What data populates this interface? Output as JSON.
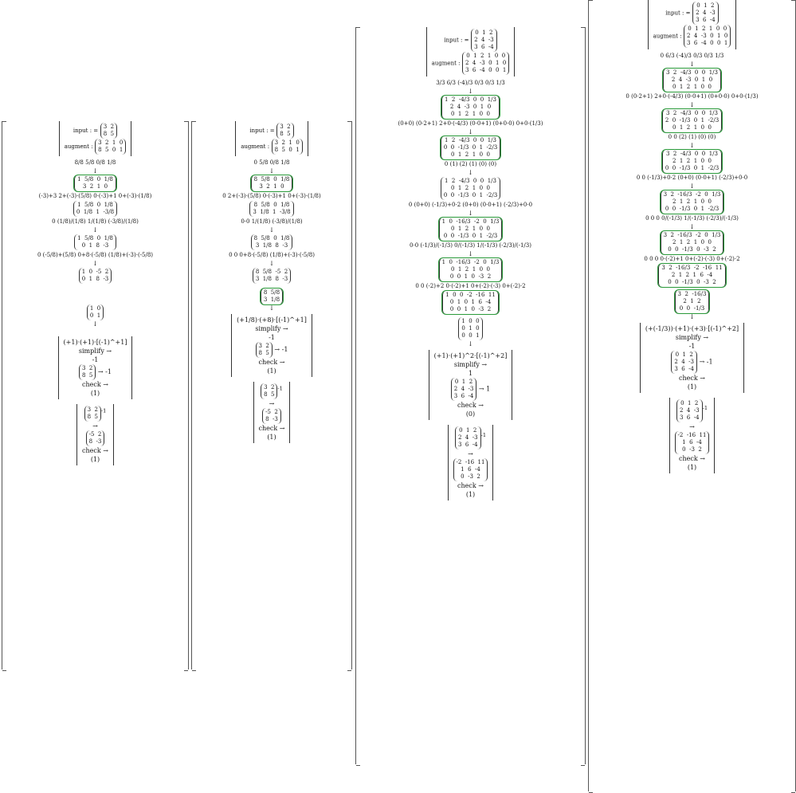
{
  "panels": [
    {
      "input_label": "input : =",
      "input_matrix": "3  2\n8  5",
      "augment_label": "augment :",
      "augment_matrix": "3  2  1  0\n8  5  0  1",
      "row_ops": [
        "8/8  5/8  0/8  1/8",
        "(-3)+3   2+(-3)·(5/8)   0·(-3)+1   0+(-3)·(1/8)",
        "0  (1/8)/(1/8)  1/(1/8)  (-3/8)/(1/8)",
        "0  (-5/8)+(5/8)  0+8·(-5/8)  (1/8)+(-3)·(-5/8)"
      ],
      "matrices": [
        "1  5/8  0  1/8\n3  2  1  0",
        "1  5/8  0  1/8\n0  1/8  1  -3/8",
        "1  5/8  0  1/8\n0  1  8  -3",
        "1  0  -5  2\n0  1  8  -3"
      ],
      "identity": "1  0\n0  1",
      "det_expr": "(+1)·(+1)·[(-1)^+1]",
      "simplify": "simplify →",
      "det_value": "-1",
      "check_matrix": "3  2\n8  5",
      "check_arrow": "→  -1",
      "check_label": "check →",
      "check_value": "(1)",
      "inv_matrix": "3  2\n8  5",
      "inv_exp": "-1",
      "inv_result": "-5  2\n8  -3",
      "inv_check": "check →",
      "inv_check_value": "(1)"
    },
    {
      "input_label": "input : =",
      "input_matrix": "3  2\n8  5",
      "augment_label": "augment :",
      "augment_matrix": "3  2  1  0\n8  5  0  1",
      "row_ops": [
        "0  5/8  0/8  1/8",
        "0  2+(-3)·(5/8)  0·(-3)+1  0+(-3)·(1/8)",
        "0·0  1/(1/8)  (-3/8)/(1/8)",
        "0  0  0+8·(-5/8)  (1/8)+(-3)·(-5/8)"
      ],
      "matrices": [
        "8  5/8  0  1/8\n3  2  1  0",
        "8  5/8  0  1/8\n3  1/8  1  -3/8",
        "8  5/8  0  1/8\n3  1/8  8  -3",
        "8  5/8  -5  2\n3  1/8  8  -3",
        "8  5/8\n3  1/8"
      ],
      "det_expr": "(+1/8)·(+8)·[(-1)^+1]",
      "simplify": "simplify →",
      "det_value": "-1",
      "check_matrix": "3  2\n8  5",
      "check_arrow": "→  -1",
      "check_label": "check →",
      "check_value": "(1)",
      "inv_matrix": "3  2\n8  5",
      "inv_exp": "-1",
      "inv_result": "-5  2\n8  -3",
      "inv_check": "check →",
      "inv_check_value": "(1)"
    },
    {
      "input_label": "input : =",
      "input_matrix": "0  1  2\n2  4  -3\n3  6  -4",
      "augment_label": "augment :",
      "augment_matrix": "0  1  2  1  0  0\n2  4  -3  0  1  0\n3  6  -4  0  0  1",
      "row_ops": [
        "3/3  6/3  (-4)/3  0/3  0/3  1/3",
        "(0+0)  (0·2+1)  2+0·(-4/3)  (0·0+1)  (0+0·0)  0+0·(1/3)",
        "0 (1) (2) (1) (0) (0)",
        "0  (0+0)  (-1/3)+0·2  (0+0)  (0·0+1)  (-2/3)+0·0",
        "0·0  (-1/3)/(-1/3)  0/(-1/3)  1/(-1/3)  (-2/3)/(-1/3)",
        "0  0  (-2)+2  0·(-2)+1  0+(-2)·(-3)  0+(-2)·2"
      ],
      "matrices": [
        "1  2  -4/3  0  0  1/3\n2  4  -3  0  1  0\n0  1  2  1  0  0",
        "1  2  -4/3  0  0  1/3\n0  0  -1/3  0  1  -2/3\n0  1  2  1  0  0",
        "1  2  -4/3  0  0  1/3\n0  1  2  1  0  0\n0  0  -1/3  0  1  -2/3",
        "1  0  -16/3  -2  0  1/3\n0  1  2  1  0  0\n0  0  -1/3  0  1  -2/3",
        "1  0  -16/3  -2  0  1/3\n0  1  2  1  0  0\n0  0  1  0  -3  2",
        "1  0  0  -2  -16  11\n0  1  0  1  6  -4\n0  0  1  0  -3  2"
      ],
      "identity": "1  0  0\n0  1  0\n0  0  1",
      "det_expr": "(+1)·(+1)^2·[(-1)^+2]",
      "simplify": "simplify →",
      "det_value": "1",
      "check_matrix": "0  1  2\n2  4  -3\n3  6  -4",
      "check_arrow": "→  1",
      "check_label": "check →",
      "check_value": "(0)",
      "inv_matrix": "0  1  2\n2  4  -3\n3  6  -4",
      "inv_exp": "-1",
      "inv_result": "-2  -16  11\n1  6  -4\n0  -3  2",
      "inv_check": "check →",
      "inv_check_value": "(1)"
    },
    {
      "input_label": "input : =",
      "input_matrix": "0  1  2\n2  4  -3\n3  6  -4",
      "augment_label": "augment :",
      "augment_matrix": "0  1  2  1  0  0\n2  4  -3  0  1  0\n3  6  -4  0  0  1",
      "row_ops": [
        "0  6/3  (-4)/3  0/3  0/3  1/3",
        "0  (0·2+1)  2+0·(-4/3)  (0·0+1)  (0+0·0)  0+0·(1/3)",
        "0 0 (2) (1) (0) (0)",
        "0 0  (-1/3)+0·2  (0+0)  (0·0+1)  (-2/3)+0·0",
        "0 0 0  0/(-1/3)  1/(-1/3)  (-2/3)/(-1/3)",
        "0 0 0  0·(-2)+1  0+(-2)·(-3)  0+(-2)·2"
      ],
      "matrices": [
        "3  2  -4/3  0  0  1/3\n2  4  -3  0  1  0\n0  1  2  1  0  0",
        "3  2  -4/3  0  0  1/3\n2  0  -1/3  0  1  -2/3\n0  1  2  1  0  0",
        "3  2  -4/3  0  0  1/3\n2  1  2  1  0  0\n0  0  -1/3  0  1  -2/3",
        "3  2  -16/3  -2  0  1/3\n2  1  2  1  0  0\n0  0  -1/3  0  1  -2/3",
        "3  2  -16/3  -2  0  1/3\n2  1  2  1  0  0\n0  0  -1/3  0  -3  2",
        "3  2  -16/3  -2  -16  11\n2  1  2  1  6  -4\n0  0  -1/3  0  -3  2",
        "3  2  -16/3\n2  1  2\n0  0  -1/3"
      ],
      "det_expr": "(+(-1/3))·(+1)·(+3)·[(-1)^+2]",
      "simplify": "simplify →",
      "det_value": "-1",
      "check_matrix": "0  1  2\n2  4  -3\n3  6  -4",
      "check_arrow": "→  -1",
      "check_label": "check →",
      "check_value": "(1)",
      "inv_matrix": "0  1  2\n2  4  -3\n3  6  -4",
      "inv_exp": "-1",
      "inv_result": "-2  -16  11\n1  6  -4\n0  -3  2",
      "inv_check": "check →",
      "inv_check_value": "(1)"
    }
  ],
  "colors": {
    "highlight": "#2a9a3a",
    "ink": "#111111",
    "bracket": "#555555"
  }
}
